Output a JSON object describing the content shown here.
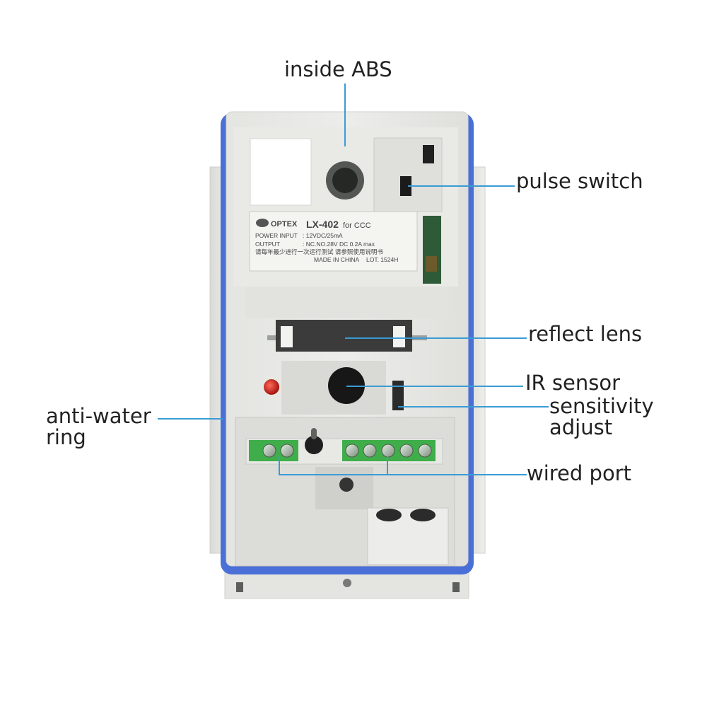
{
  "callouts": {
    "inside_abs": "inside ABS",
    "pulse_switch": "pulse switch",
    "reflect_lens": "reflect lens",
    "ir_sensor": "IR sensor",
    "sensitivity_adjust_line1": "sensitivity",
    "sensitivity_adjust_line2": "adjust",
    "wired_port": "wired port",
    "anti_water_ring_line1": "anti-water",
    "anti_water_ring_line2": "ring"
  },
  "product_label": {
    "brand": "OPTEX",
    "model": "LX-402",
    "model_suffix": "for CCC",
    "power_input_key": "POWER INPUT",
    "power_input_value": ": 12VDC/25mA",
    "output_key": "OUTPUT",
    "output_value": ": NC.NO.28V DC 0.2A  max",
    "chinese_note": "请每年最少进行一次运行测试  请参照使用说明书",
    "made_in": "MADE IN CHINA",
    "lot": "LOT.  1524H"
  },
  "colors": {
    "leader_line": "#3a9bd5",
    "housing": "#e6e7e3",
    "blue_ring": "#4a6fd6",
    "terminal_green": "#3fae4a",
    "led_red": "#c0201a"
  }
}
